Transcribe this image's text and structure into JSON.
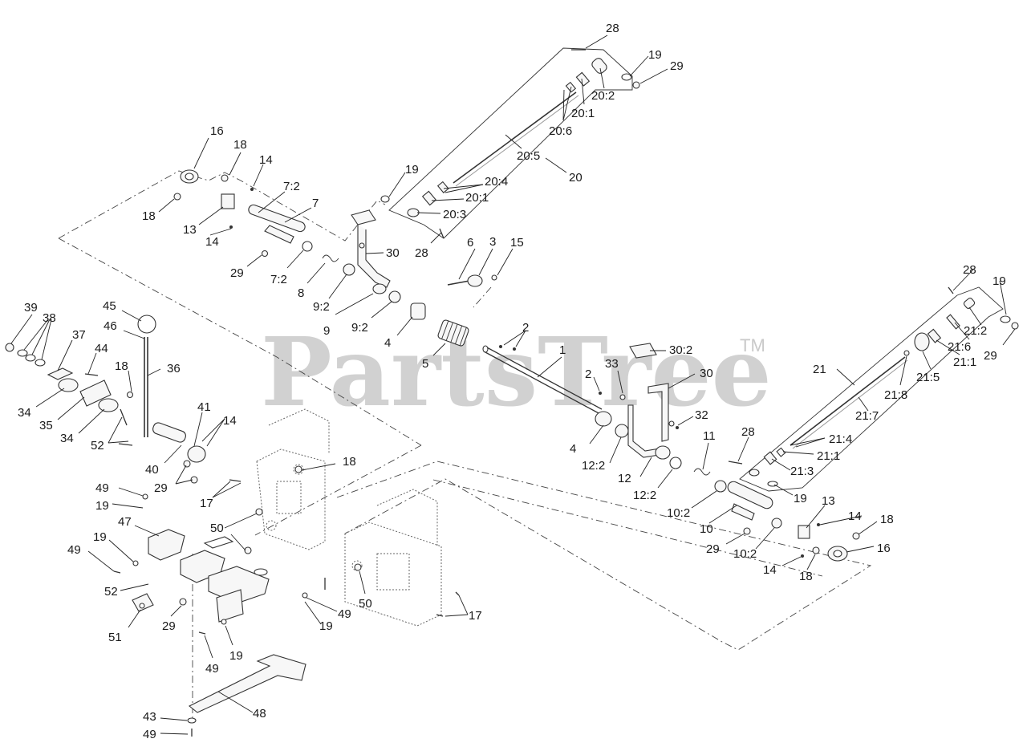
{
  "watermark": {
    "text": "PartsTree",
    "mark": "TM"
  },
  "callouts": [
    {
      "id": "c28a",
      "label": "28"
    },
    {
      "id": "c19a",
      "label": "19"
    },
    {
      "id": "c29a",
      "label": "29"
    },
    {
      "id": "c20_2a",
      "label": "20:2"
    },
    {
      "id": "c20_1a",
      "label": "20:1"
    },
    {
      "id": "c20_6",
      "label": "20:6"
    },
    {
      "id": "c20_5",
      "label": "20:5"
    },
    {
      "id": "c20",
      "label": "20"
    },
    {
      "id": "c20_4",
      "label": "20:4"
    },
    {
      "id": "c20_1b",
      "label": "20:1"
    },
    {
      "id": "c20_3",
      "label": "20:3"
    },
    {
      "id": "c19b",
      "label": "19"
    },
    {
      "id": "c28b",
      "label": "28"
    },
    {
      "id": "c16a",
      "label": "16"
    },
    {
      "id": "c18a",
      "label": "18"
    },
    {
      "id": "c14a",
      "label": "14"
    },
    {
      "id": "c7_2a",
      "label": "7:2"
    },
    {
      "id": "c7",
      "label": "7"
    },
    {
      "id": "c18b",
      "label": "18"
    },
    {
      "id": "c13a",
      "label": "13"
    },
    {
      "id": "c14b",
      "label": "14"
    },
    {
      "id": "c29b",
      "label": "29"
    },
    {
      "id": "c7_2b",
      "label": "7:2"
    },
    {
      "id": "c8",
      "label": "8"
    },
    {
      "id": "c9_2a",
      "label": "9:2"
    },
    {
      "id": "c30a",
      "label": "30"
    },
    {
      "id": "c9",
      "label": "9"
    },
    {
      "id": "c9_2b",
      "label": "9:2"
    },
    {
      "id": "c6",
      "label": "6"
    },
    {
      "id": "c3",
      "label": "3"
    },
    {
      "id": "c15",
      "label": "15"
    },
    {
      "id": "c4a",
      "label": "4"
    },
    {
      "id": "c5",
      "label": "5"
    },
    {
      "id": "c2a",
      "label": "2"
    },
    {
      "id": "c1",
      "label": "1"
    },
    {
      "id": "c2b",
      "label": "2"
    },
    {
      "id": "c33",
      "label": "33"
    },
    {
      "id": "c30_2",
      "label": "30:2"
    },
    {
      "id": "c30b",
      "label": "30"
    },
    {
      "id": "c32",
      "label": "32"
    },
    {
      "id": "c4b",
      "label": "4"
    },
    {
      "id": "c12_2a",
      "label": "12:2"
    },
    {
      "id": "c12",
      "label": "12"
    },
    {
      "id": "c12_2b",
      "label": "12:2"
    },
    {
      "id": "c11",
      "label": "11"
    },
    {
      "id": "c10_2a",
      "label": "10:2"
    },
    {
      "id": "c10",
      "label": "10"
    },
    {
      "id": "c29c",
      "label": "29"
    },
    {
      "id": "c10_2b",
      "label": "10:2"
    },
    {
      "id": "c13b",
      "label": "13"
    },
    {
      "id": "c14c",
      "label": "14"
    },
    {
      "id": "c18c",
      "label": "18"
    },
    {
      "id": "c16b",
      "label": "16"
    },
    {
      "id": "c14d",
      "label": "14"
    },
    {
      "id": "c18d",
      "label": "18"
    },
    {
      "id": "c28c",
      "label": "28"
    },
    {
      "id": "c19c",
      "label": "19"
    },
    {
      "id": "c21_2",
      "label": "21:2"
    },
    {
      "id": "c21_6",
      "label": "21:6"
    },
    {
      "id": "c21_1a",
      "label": "21:1"
    },
    {
      "id": "c29d",
      "label": "29"
    },
    {
      "id": "c21",
      "label": "21"
    },
    {
      "id": "c21_8",
      "label": "21:8"
    },
    {
      "id": "c21_5",
      "label": "21:5"
    },
    {
      "id": "c21_7",
      "label": "21:7"
    },
    {
      "id": "c21_4",
      "label": "21:4"
    },
    {
      "id": "c21_1b",
      "label": "21:1"
    },
    {
      "id": "c21_3",
      "label": "21:3"
    },
    {
      "id": "c28d",
      "label": "28"
    },
    {
      "id": "c19d",
      "label": "19"
    },
    {
      "id": "c39",
      "label": "39"
    },
    {
      "id": "c38",
      "label": "38"
    },
    {
      "id": "c45",
      "label": "45"
    },
    {
      "id": "c46",
      "label": "46"
    },
    {
      "id": "c37",
      "label": "37"
    },
    {
      "id": "c44",
      "label": "44"
    },
    {
      "id": "c18e",
      "label": "18"
    },
    {
      "id": "c36",
      "label": "36"
    },
    {
      "id": "c34a",
      "label": "34"
    },
    {
      "id": "c35",
      "label": "35"
    },
    {
      "id": "c34b",
      "label": "34"
    },
    {
      "id": "c52a",
      "label": "52"
    },
    {
      "id": "c41",
      "label": "41"
    },
    {
      "id": "c14e",
      "label": "14"
    },
    {
      "id": "c40",
      "label": "40"
    },
    {
      "id": "c29e",
      "label": "29"
    },
    {
      "id": "c18f",
      "label": "18"
    },
    {
      "id": "c17a",
      "label": "17"
    },
    {
      "id": "c49a",
      "label": "49"
    },
    {
      "id": "c19e",
      "label": "19"
    },
    {
      "id": "c50a",
      "label": "50"
    },
    {
      "id": "c47",
      "label": "47"
    },
    {
      "id": "c19f",
      "label": "19"
    },
    {
      "id": "c49b",
      "label": "49"
    },
    {
      "id": "c52b",
      "label": "52"
    },
    {
      "id": "c51",
      "label": "51"
    },
    {
      "id": "c29f",
      "label": "29"
    },
    {
      "id": "c49c",
      "label": "49"
    },
    {
      "id": "c19g",
      "label": "19"
    },
    {
      "id": "c50b",
      "label": "50"
    },
    {
      "id": "c17b",
      "label": "17"
    },
    {
      "id": "c49d",
      "label": "49"
    },
    {
      "id": "c19h",
      "label": "19"
    },
    {
      "id": "c48",
      "label": "48"
    },
    {
      "id": "c43",
      "label": "43"
    },
    {
      "id": "c49e",
      "label": "49"
    }
  ]
}
